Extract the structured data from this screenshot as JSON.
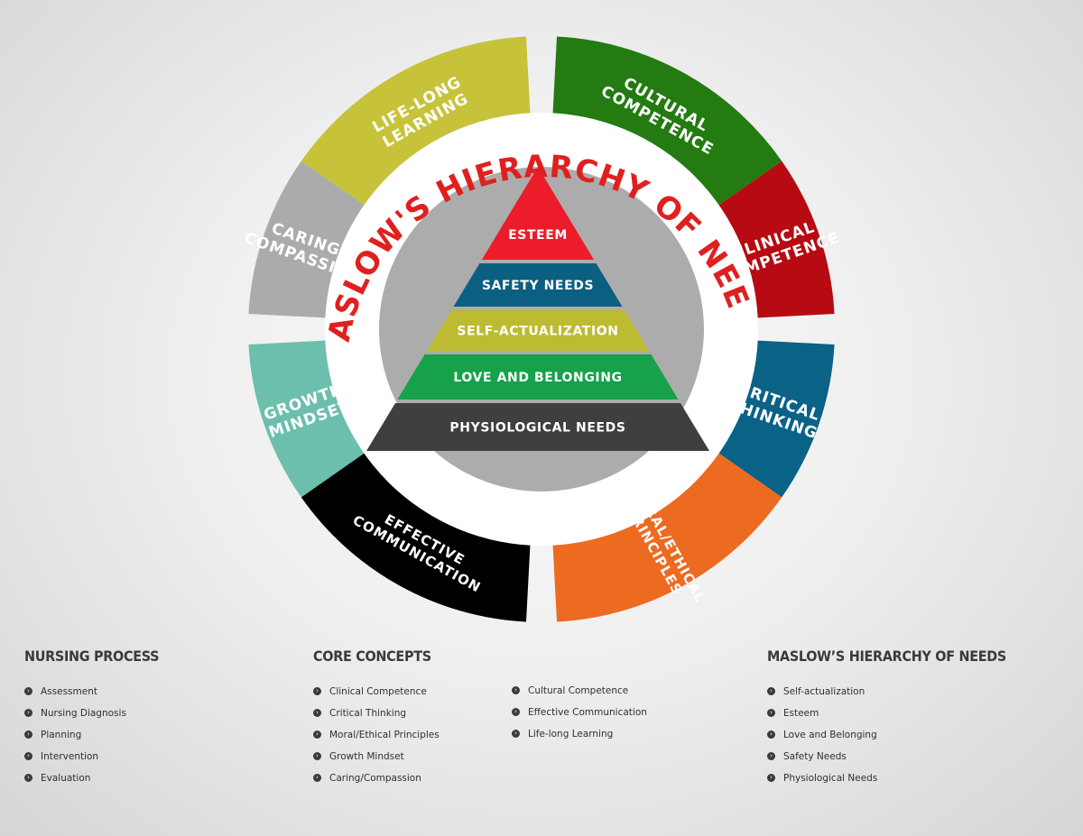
{
  "diagram": {
    "title": "MASLOW'S HIERARCHY OF NEEDS",
    "title_color": "#e0201f",
    "segments": [
      {
        "lines": [
          "LIFE-LONG",
          "LEARNING"
        ],
        "color": "#c6c33a"
      },
      {
        "lines": [
          "CULTURAL",
          "COMPETENCE"
        ],
        "color": "#237b11"
      },
      {
        "lines": [
          "CLINICAL",
          "COMPETENCE"
        ],
        "color": "#b70a12"
      },
      {
        "lines": [
          "CRITICAL",
          "THINKING"
        ],
        "color": "#0a6286"
      },
      {
        "lines": [
          "MORAL/ETHICAL",
          "PRINCIPLES"
        ],
        "color": "#ed6b21"
      },
      {
        "lines": [
          "EFFECTIVE",
          "COMMUNICATION"
        ],
        "color": "#000000"
      },
      {
        "lines": [
          "GROWTH",
          "MINDSET"
        ],
        "color": "#6bbfac"
      },
      {
        "lines": [
          "CARING/",
          "COMPASSION"
        ],
        "color": "#ababab"
      }
    ],
    "pyramid": [
      {
        "label": "ESTEEM",
        "color": "#ec1c2a"
      },
      {
        "label": "SAFETY NEEDS",
        "color": "#0b5f80"
      },
      {
        "label": "SELF-ACTUALIZATION",
        "color": "#bdbb31"
      },
      {
        "label": "LOVE AND BELONGING",
        "color": "#16a14a"
      },
      {
        "label": "PHYSIOLOGICAL NEEDS",
        "color": "#3f3f3f"
      }
    ]
  },
  "legend": {
    "nursing_process": {
      "heading": "NURSING PROCESS",
      "items": [
        "Assessment",
        "Nursing Diagnosis",
        "Planning",
        "Intervention",
        "Evaluation"
      ]
    },
    "core_concepts": {
      "heading": "CORE CONCEPTS",
      "items_col1": [
        "Clinical Competence",
        "Critical Thinking",
        "Moral/Ethical Principles",
        "Growth Mindset",
        "Caring/Compassion"
      ],
      "items_col2": [
        "Cultural Competence",
        "Effective Communication",
        "Life-long Learning"
      ]
    },
    "maslow": {
      "heading": "MASLOW’S HIERARCHY OF NEEDS",
      "items": [
        "Self-actualization",
        "Esteem",
        "Love and Belonging",
        "Safety Needs",
        "Physiological Needs"
      ]
    },
    "bullet_glyph": "›"
  }
}
